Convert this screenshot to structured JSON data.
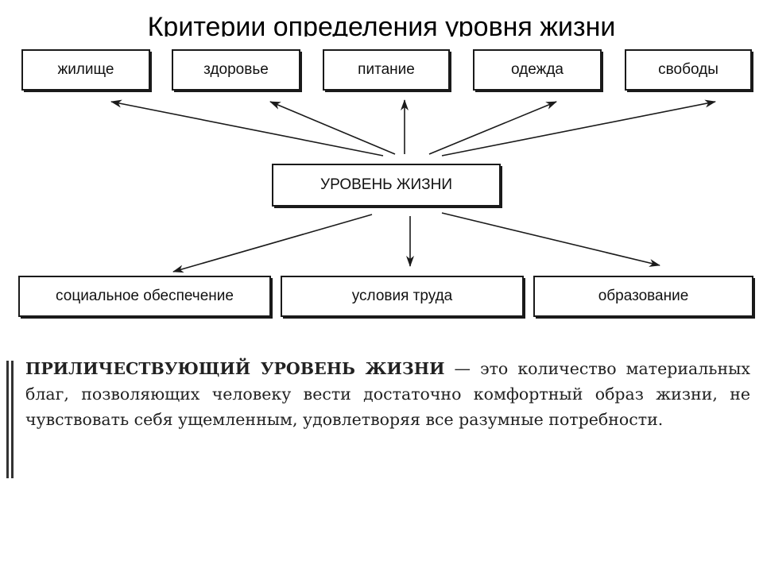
{
  "title": "Критерии определения уровня жизни",
  "center": {
    "label": "УРОВЕНЬ ЖИЗНИ"
  },
  "top_boxes": [
    {
      "id": "housing",
      "label": "жилище"
    },
    {
      "id": "health",
      "label": "здоровье"
    },
    {
      "id": "nutrition",
      "label": "питание"
    },
    {
      "id": "clothing",
      "label": "одежда"
    },
    {
      "id": "freedoms",
      "label": "свободы"
    }
  ],
  "bottom_boxes": [
    {
      "id": "social",
      "label": "социальное обеспечение"
    },
    {
      "id": "labor",
      "label": "условия труда"
    },
    {
      "id": "education",
      "label": "образование"
    }
  ],
  "definition": {
    "term": "ПРИЛИЧЕСТВУЮЩИЙ УРОВЕНЬ ЖИЗНИ",
    "text": " — это количество материальных благ, позволяющих человеку вести достаточно комфортный образ жизни, не чувствовать себя ущемленным, удовлетворяя все разумные потребности."
  }
}
